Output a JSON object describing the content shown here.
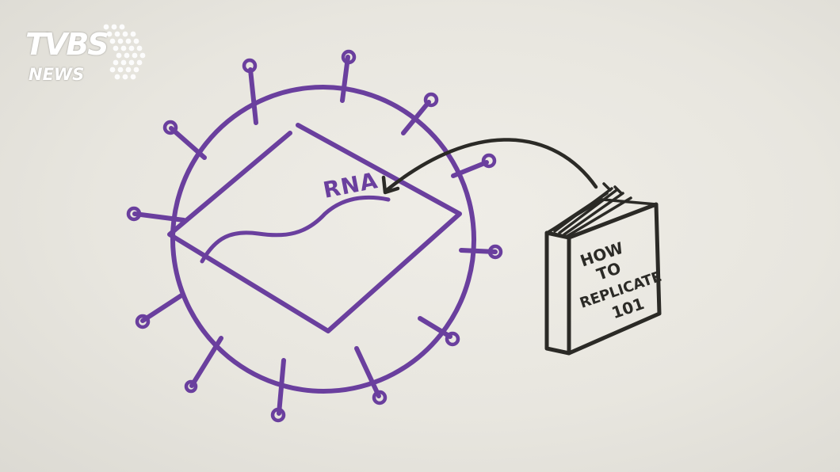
{
  "logo": {
    "main": "TVBS",
    "sub": "NEWS"
  },
  "drawing": {
    "rna_label": "RNA",
    "book_line1": "HOW",
    "book_line2": "TO",
    "book_line3": "REPLICATE",
    "book_line4": "101"
  },
  "colors": {
    "background": "#e9e7e1",
    "virus_ink": "#6a3f9e",
    "book_ink": "#2b2a26",
    "logo": "#ffffff"
  }
}
